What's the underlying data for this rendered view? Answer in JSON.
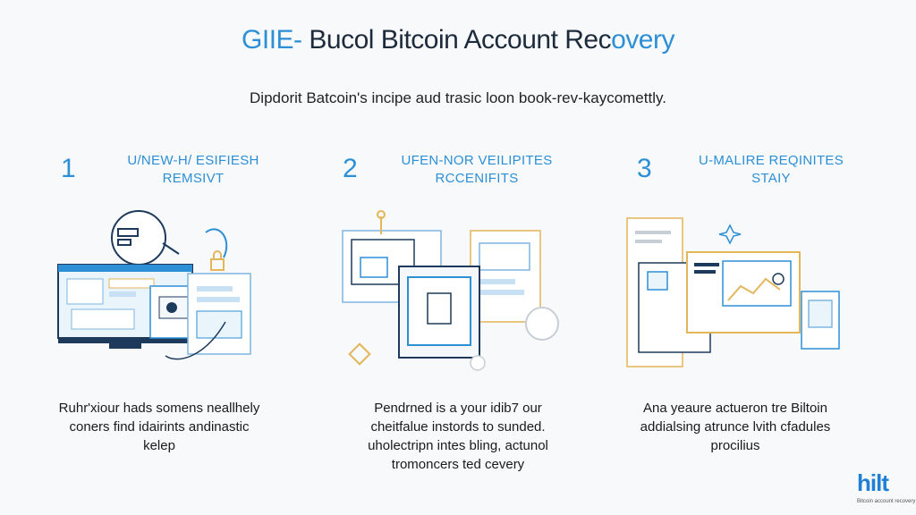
{
  "header": {
    "title_accent": "GIIE-",
    "title_main": " Bucol Bitcoin Account Rec",
    "title_end": "overy",
    "subtitle": "Dipdorit Batcoin's incipe aud trasic loon book-rev-kaycomettly."
  },
  "steps": [
    {
      "number": "1",
      "heading_line1": "U/NEW-H/ ESIFIESH",
      "heading_line2": "REMSIVT",
      "desc_line1": "Ruhr'xiour hads somens neallhely",
      "desc_line2": "coners find idairints andinastic",
      "desc_line3": "kelep"
    },
    {
      "number": "2",
      "heading_line1": "UFEN-NOR VEILIPITES",
      "heading_line2": "RCCENIFITS",
      "desc_line1": "Pendrned is a your idib7 our",
      "desc_line2": "cheitfalue instords to sunded.",
      "desc_line3": "uholectripn intes bling, actunol",
      "desc_line4": "tromoncers ted cevery"
    },
    {
      "number": "3",
      "heading_line1": "U-MALIRE REQINITES",
      "heading_line2": "STAIY",
      "desc_line1": "Ana yeaure actueron tre Biltoin",
      "desc_line2": "addialsing atrunce lvith cfadules",
      "desc_line3": "procilius"
    }
  ],
  "logo": {
    "mark": "hilt",
    "tagline": "Bitcoin account recovery"
  },
  "colors": {
    "accent": "#2d8fd5",
    "navy": "#1d2b3c",
    "gold": "#e3b65a"
  }
}
